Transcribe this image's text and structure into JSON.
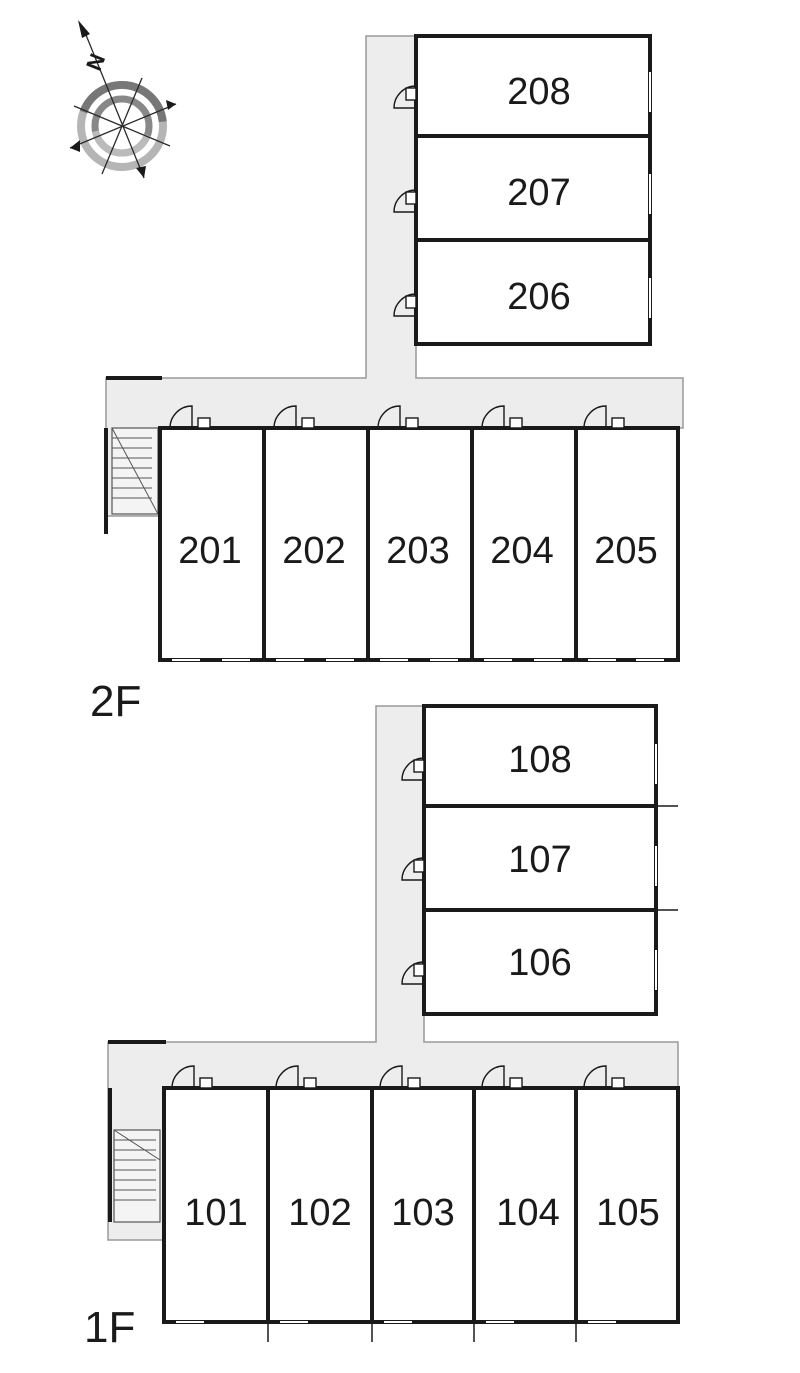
{
  "compass": {
    "north_label": "N",
    "icon": "compass-rose-icon",
    "ring_dark": "#777777",
    "ring_light": "#b5b5b5"
  },
  "floors": [
    {
      "label": "2F",
      "top_units": [
        "208",
        "207",
        "206"
      ],
      "bottom_units": [
        "201",
        "202",
        "203",
        "204",
        "205"
      ]
    },
    {
      "label": "1F",
      "top_units": [
        "108",
        "107",
        "106"
      ],
      "bottom_units": [
        "101",
        "102",
        "103",
        "104",
        "105"
      ]
    }
  ],
  "colors": {
    "wall": "#1a1a1a",
    "corridor": "#ededed",
    "corridor_edge": "#9a9a9a"
  }
}
